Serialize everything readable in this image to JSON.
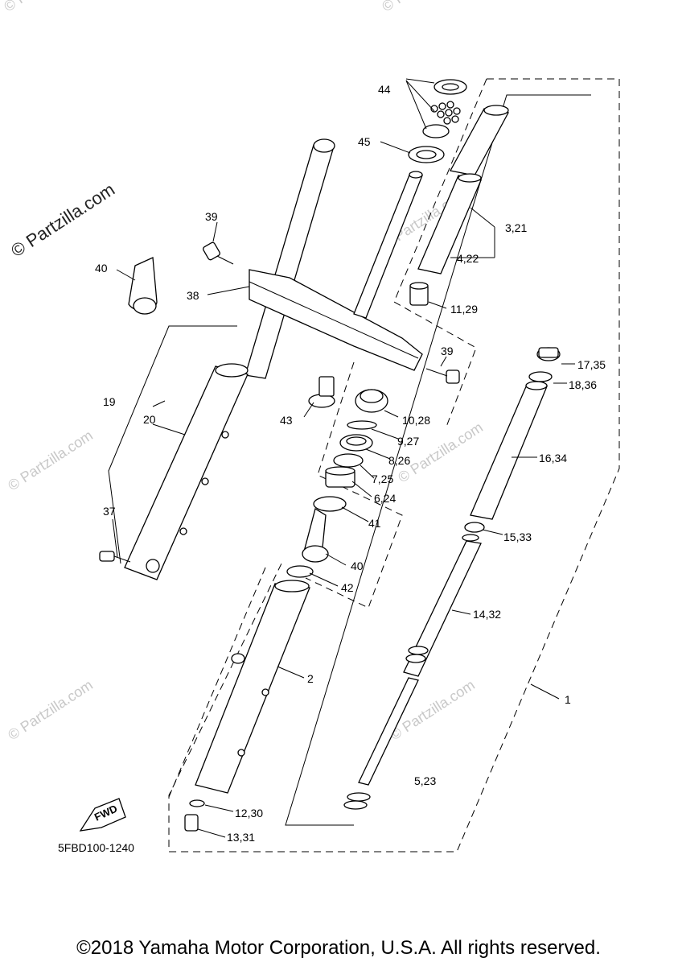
{
  "watermark": {
    "main": "© Partzilla.com",
    "tile": "© Partzilla.com"
  },
  "diagram_code": "5FBD100-1240",
  "fwd_label": "FWD",
  "copyright": "©2018 Yamaha Motor Corporation, U.S.A. All rights reserved.",
  "callouts": {
    "c1": "1",
    "c2": "2",
    "c3_21": "3,21",
    "c4_22": "4,22",
    "c5_23": "5,23",
    "c6_24": "6,24",
    "c7_25": "7,25",
    "c8_26": "8,26",
    "c9_27": "9,27",
    "c10_28": "10,28",
    "c11_29": "11,29",
    "c12_30": "12,30",
    "c13_31": "13,31",
    "c14_32": "14,32",
    "c15_33": "15,33",
    "c16_34": "16,34",
    "c17_35": "17,35",
    "c18_36": "18,36",
    "c19": "19",
    "c20": "20",
    "c37": "37",
    "c38": "38",
    "c39a": "39",
    "c39b": "39",
    "c40a": "40",
    "c40b": "40",
    "c41": "41",
    "c42": "42",
    "c43": "43",
    "c44": "44",
    "c45": "45"
  }
}
